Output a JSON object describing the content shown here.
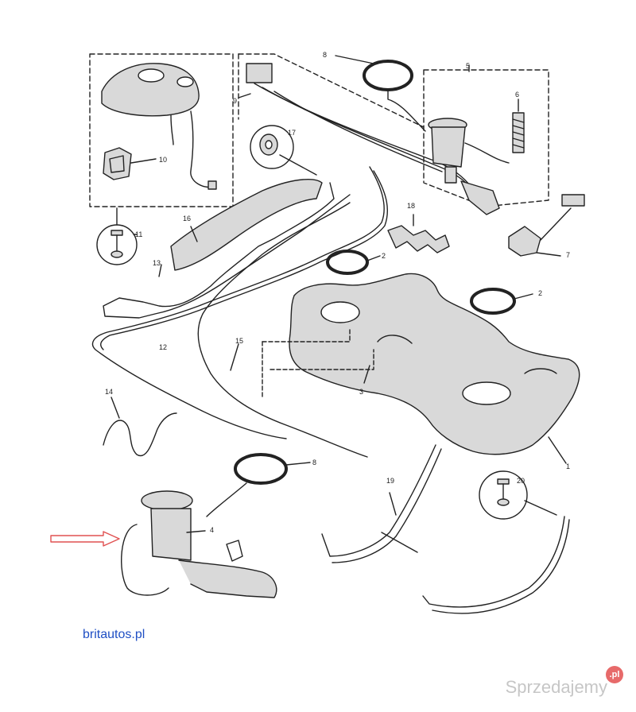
{
  "diagram": {
    "callouts": [
      "1",
      "2",
      "2",
      "3",
      "4",
      "5",
      "6",
      "7",
      "8",
      "8",
      "9",
      "10",
      "11",
      "12",
      "13",
      "14",
      "15",
      "16",
      "17",
      "18",
      "19",
      "20"
    ]
  },
  "site_label": "britautos.pl",
  "watermark": {
    "text": "Sprzedajemy",
    "badge": ".pl"
  },
  "colors": {
    "line": "#222222",
    "fill_part": "#d9d9d9",
    "arrow": "#e05050",
    "site_label": "#1f4fc4"
  }
}
